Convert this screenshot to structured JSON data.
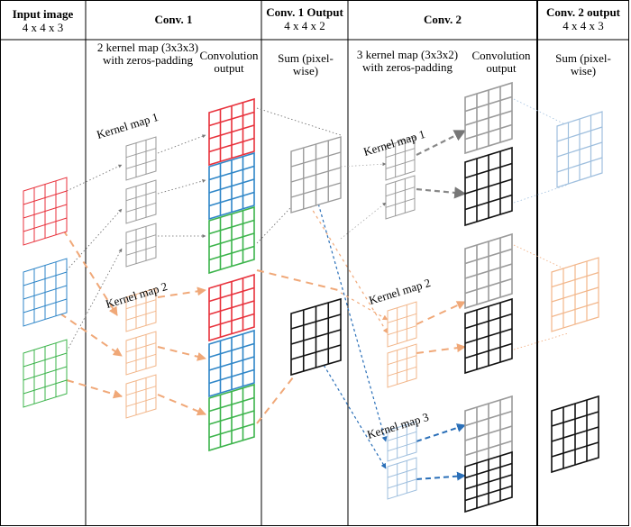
{
  "headers": {
    "input": {
      "title": "Input image",
      "dims": "4 x 4 x 3"
    },
    "conv1": {
      "title": "Conv. 1"
    },
    "conv1_output": {
      "title": "Conv. 1 Output",
      "dims": "4 x 4 x 2"
    },
    "conv2": {
      "title": "Conv. 2"
    },
    "conv2_output": {
      "title": "Conv. 2 output",
      "dims": "4 x 4 x 3"
    }
  },
  "subtitles": {
    "conv1_kernels": "2 kernel map (3x3x3) with zeros-padding",
    "conv1_conv_output": "Convolution output",
    "conv1_sum": "Sum (pixel-wise)",
    "conv2_kernels": "3 kernel map (3x3x2) with zeros-padding",
    "conv2_conv_output": "Convolution output",
    "conv2_sum": "Sum (pixel-wise)"
  },
  "kernel_labels": {
    "conv1_k1": "Kernel map 1",
    "conv1_k2": "Kernel map 2",
    "conv2_k1": "Kernel map 1",
    "conv2_k2": "Kernel map 2",
    "conv2_k3": "Kernel map 3"
  },
  "colors": {
    "red": "#e8323c",
    "blue": "#2f86c8",
    "green": "#3cb44b",
    "gray": "#9a9a9a",
    "black": "#111111",
    "orange": "#f2b68a",
    "lightblue": "#9fbfde",
    "orange_arrow": "#f0a878",
    "blue_arrow": "#2a6fb8"
  }
}
